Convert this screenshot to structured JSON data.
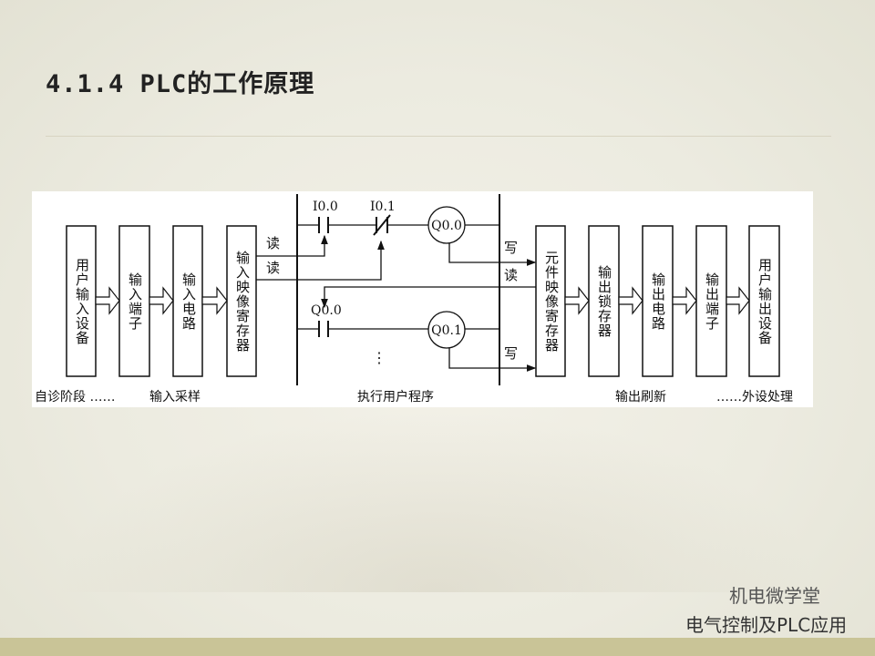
{
  "title": "4.1.4 PLC的工作原理",
  "diagram": {
    "input_blocks": [
      "用户输入设备",
      "输入端子",
      "输入电路",
      "输入映像寄存器"
    ],
    "output_blocks": [
      "元件映像寄存器",
      "输出锁存器",
      "输出电路",
      "输出端子",
      "用户输出设备"
    ],
    "contacts": {
      "i00": "I0.0",
      "i01": "I0.1",
      "q00": "Q0.0"
    },
    "coils": {
      "q00": "Q0.0",
      "q01": "Q0.1"
    },
    "read1": "读",
    "read2": "读",
    "write1": "写",
    "read3": "读",
    "write2": "写",
    "ellipsis": "⋮",
    "phases": {
      "self_diag": "自诊阶段 ……",
      "input_sampling": "输入采样",
      "execute": "执行用户程序",
      "output_refresh": "输出刷新",
      "peripheral": "……外设处理"
    }
  },
  "footer": {
    "book": "电气控制及PLC应用",
    "watermark": "机电微学堂"
  }
}
